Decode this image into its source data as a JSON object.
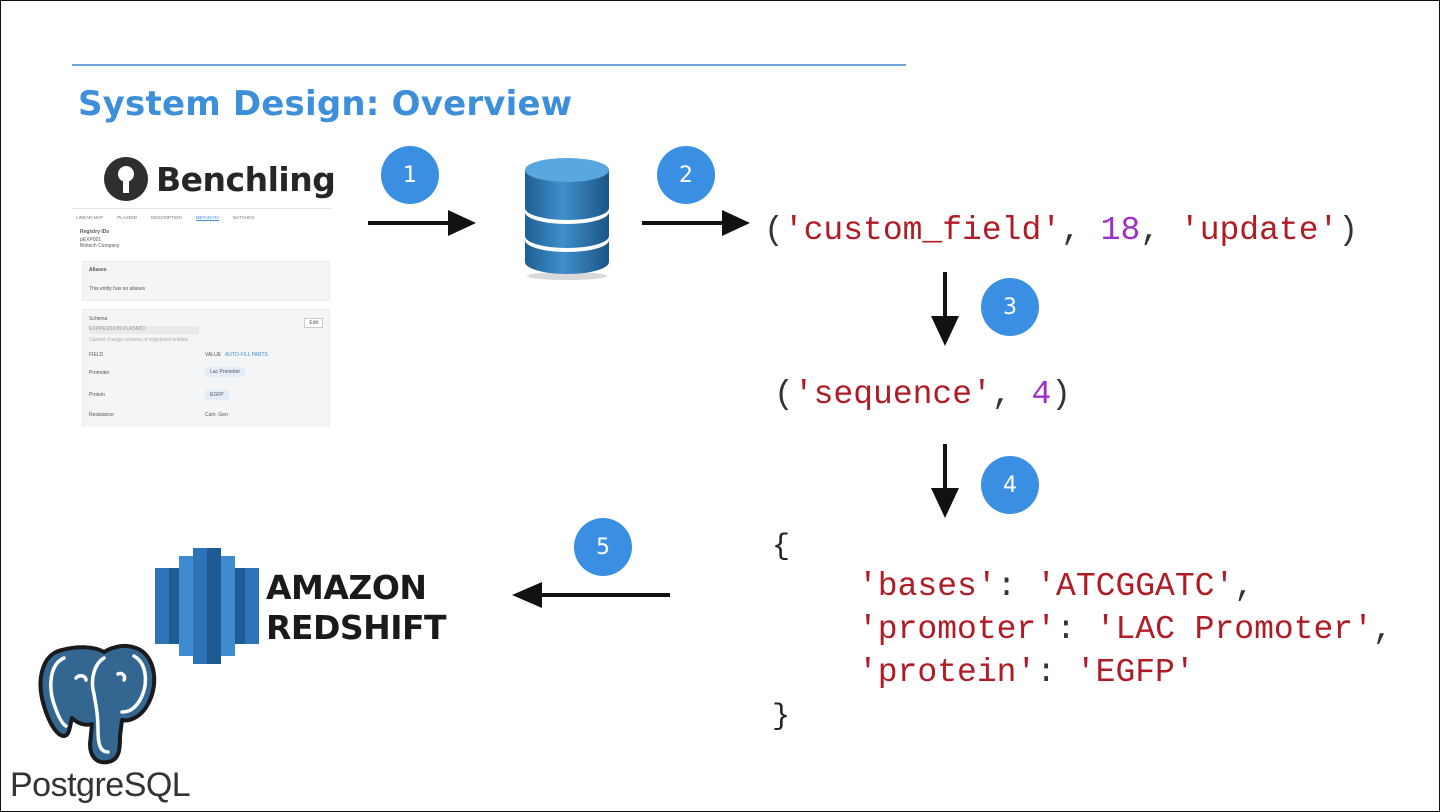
{
  "title": "System Design: Overview",
  "steps": [
    "1",
    "2",
    "3",
    "4",
    "5"
  ],
  "benchling": {
    "name": "Benchling",
    "tabs": [
      "LINEAR MAP",
      "PLASMID",
      "DESCRIPTION",
      "METADATA",
      "BATCHES"
    ],
    "registry_label": "Registry IDs",
    "registry_id": "pEXP001",
    "company": "Biotech Company",
    "aliases_label": "Aliases",
    "aliases_empty": "This entity has no aliases",
    "schema_label": "Schema",
    "schema_value": "EXPRESSION PLASMID",
    "schema_note": "Cannot change schema of registered entities",
    "edit_label": "Edit",
    "field_col": "FIELD",
    "value_col": "VALUE",
    "autofill": "AUTO-FILL PARTS",
    "fields": [
      {
        "name": "Promoter",
        "value": "Lac Promoter"
      },
      {
        "name": "Protein",
        "value": "EGFP"
      },
      {
        "name": "Resistance",
        "value": "Cam, Gen"
      }
    ]
  },
  "tuple1": {
    "open": "(",
    "s1": "'custom_field'",
    "sep1": ", ",
    "n1": "18",
    "sep2": ", ",
    "s2": "'update'",
    "close": ")"
  },
  "tuple2": {
    "open": "(",
    "s1": "'sequence'",
    "sep1": ", ",
    "n1": "4",
    "close": ")"
  },
  "dict": {
    "open": "{",
    "close": "}",
    "entries": [
      {
        "key": "'bases'",
        "colon": ": ",
        "value": "'ATCGGATC'",
        "comma": ","
      },
      {
        "key": "'promoter'",
        "colon": ": ",
        "value": "'LAC Promoter'",
        "comma": ","
      },
      {
        "key": "'protein'",
        "colon": ": ",
        "value": "'EGFP'",
        "comma": ""
      }
    ]
  },
  "redshift": {
    "line1": "AMAZON",
    "line2": "REDSHIFT"
  },
  "postgres": {
    "part1": "Postgre",
    "part2": "SQL"
  },
  "colors": {
    "accent": "#3b8fe2",
    "title": "#3d8fd9",
    "string": "#b01c26",
    "number": "#9c2fc9"
  }
}
